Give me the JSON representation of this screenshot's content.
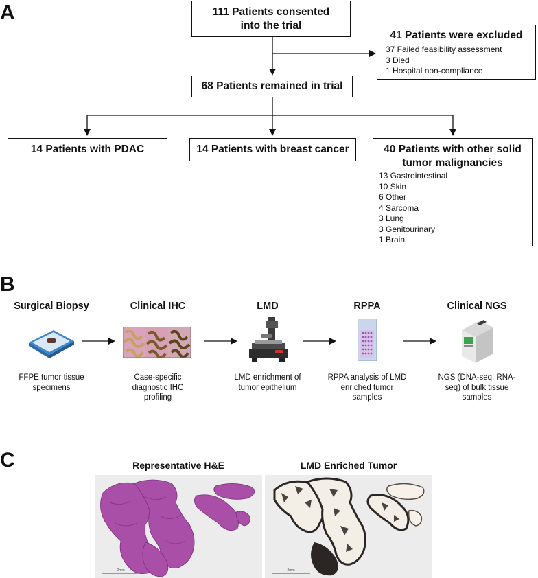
{
  "panels": {
    "a": "A",
    "b": "B",
    "c": "C"
  },
  "flow": {
    "consented": "111 Patients consented into the trial",
    "excluded": {
      "title": "41 Patients were excluded",
      "items": [
        "37 Failed feasibility assessment",
        "3 Died",
        "1 Hospital non-compliance"
      ]
    },
    "remained": "68 Patients remained in trial",
    "pdac": "14 Patients with PDAC",
    "breast": "14 Patients with breast cancer",
    "other": {
      "title": "40 Patients with other solid tumor malignancies",
      "items": [
        "13 Gastrointestinal",
        "10 Skin",
        "6 Other",
        "4 Sarcoma",
        "3 Lung",
        "3 Genitourinary",
        "1 Brain"
      ]
    }
  },
  "workflow": {
    "steps": [
      {
        "title": "Surgical Biopsy",
        "caption": "FFPE tumor tissue specimens",
        "icon": "biopsy-cassette-icon"
      },
      {
        "title": "Clinical IHC",
        "caption": "Case-specific diagnostic IHC profiling",
        "icon": "ihc-slides-icon"
      },
      {
        "title": "LMD",
        "caption": "LMD enrichment of tumor epithelium",
        "icon": "microscope-icon"
      },
      {
        "title": "RPPA",
        "caption": "RPPA analysis of LMD enriched tumor samples",
        "icon": "rppa-array-icon"
      },
      {
        "title": "Clinical NGS",
        "caption": "NGS (DNA-seq, RNA-seq) of bulk tissue samples",
        "icon": "sequencer-icon"
      }
    ]
  },
  "images": {
    "he": {
      "title": "Representative H&E",
      "scale_text": "2mm"
    },
    "lmd": {
      "title": "LMD Enriched Tumor",
      "scale_text": "2mm"
    }
  },
  "colors": {
    "he_stain": "#a94fa8",
    "lmd_stain": "#2b2523",
    "line": "#111111"
  }
}
